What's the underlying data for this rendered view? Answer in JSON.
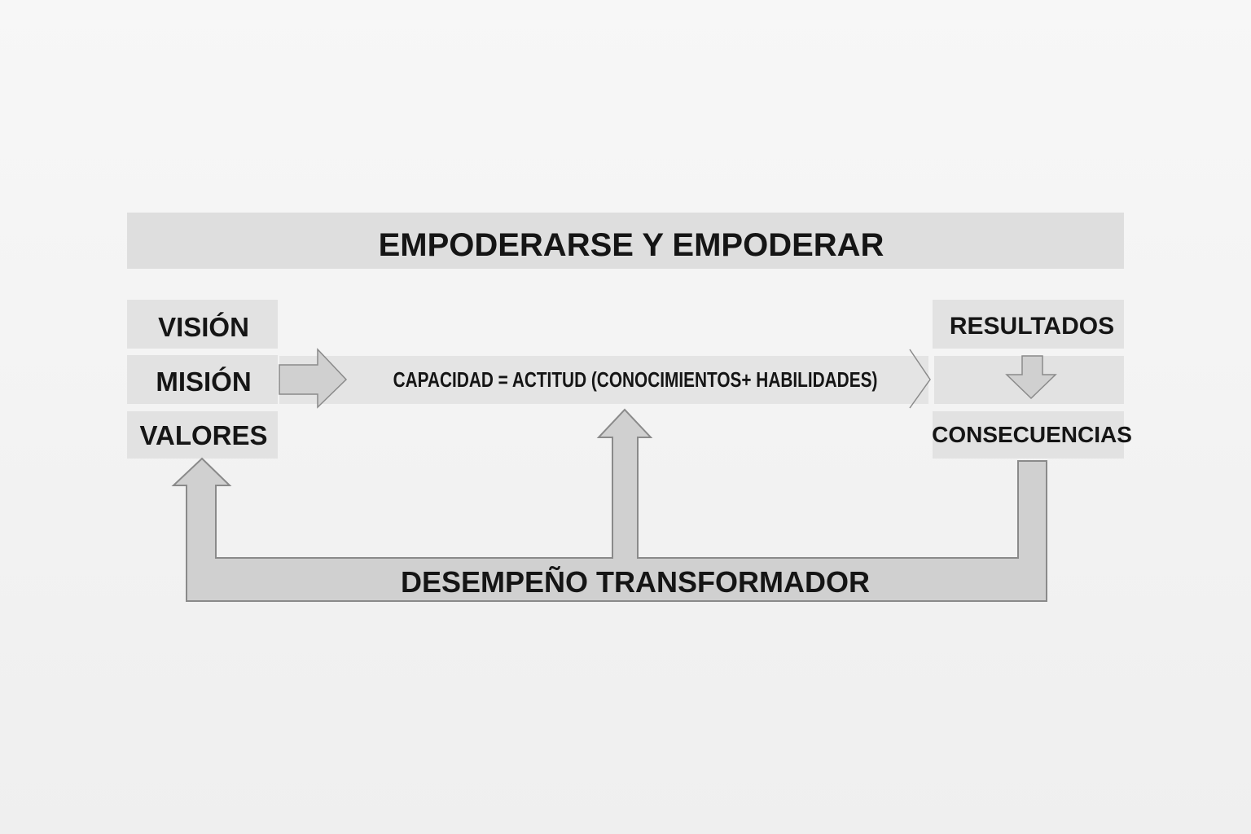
{
  "title": "EMPODERARSE Y EMPODERAR",
  "left_boxes": [
    "VISIÓN",
    "MISIÓN",
    "VALORES"
  ],
  "center_formula": "CAPACIDAD = ACTITUD (CONOCIMIENTOS+ HABILIDADES)",
  "right_boxes": {
    "top": "RESULTADOS",
    "bottom": "CONSECUENCIAS"
  },
  "feedback_label": "DESEMPEÑO TRANSFORMADOR",
  "colors": {
    "background": "#f3f3f3",
    "box_fill": "#e2e2e2",
    "arrow_fill": "#d0d0d0",
    "arrow_stroke": "#8a8a8a",
    "text": "#151515"
  }
}
